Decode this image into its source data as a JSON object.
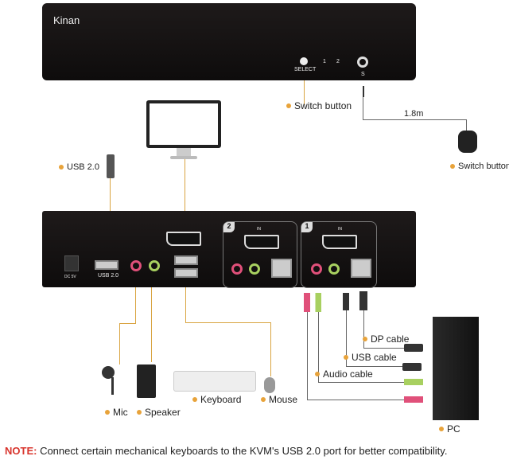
{
  "switch_unit": {
    "brand": "Kinan",
    "select_label": "SELECT",
    "led_1": "1",
    "led_2": "2",
    "s_label": "S"
  },
  "rear_panel": {
    "power_label": "DC 5V",
    "usb_label": "USB 2.0",
    "port2_number": "2",
    "port1_number": "1",
    "port2_in": "IN",
    "port1_in": "IN"
  },
  "callouts": {
    "switch_button": "Switch button",
    "cable_length": "1.8m",
    "remote_switch": "Switch button",
    "usb20": "USB 2.0",
    "dp_cable": "DP cable",
    "usb_cable": "USB cable",
    "audio_cable": "Audio cable",
    "keyboard": "Keyboard",
    "mouse": "Mouse",
    "mic": "Mic",
    "speaker": "Speaker",
    "pc": "PC"
  },
  "note": {
    "prefix": "NOTE:",
    "text": " Connect certain mechanical keyboards to the KVM's USB 2.0 port for better compatibility."
  },
  "colors": {
    "accent": "#e8a33a",
    "note": "#d8342c",
    "device": "#121010",
    "mic_jack": "#e0507a",
    "speaker_jack": "#a8d060"
  }
}
